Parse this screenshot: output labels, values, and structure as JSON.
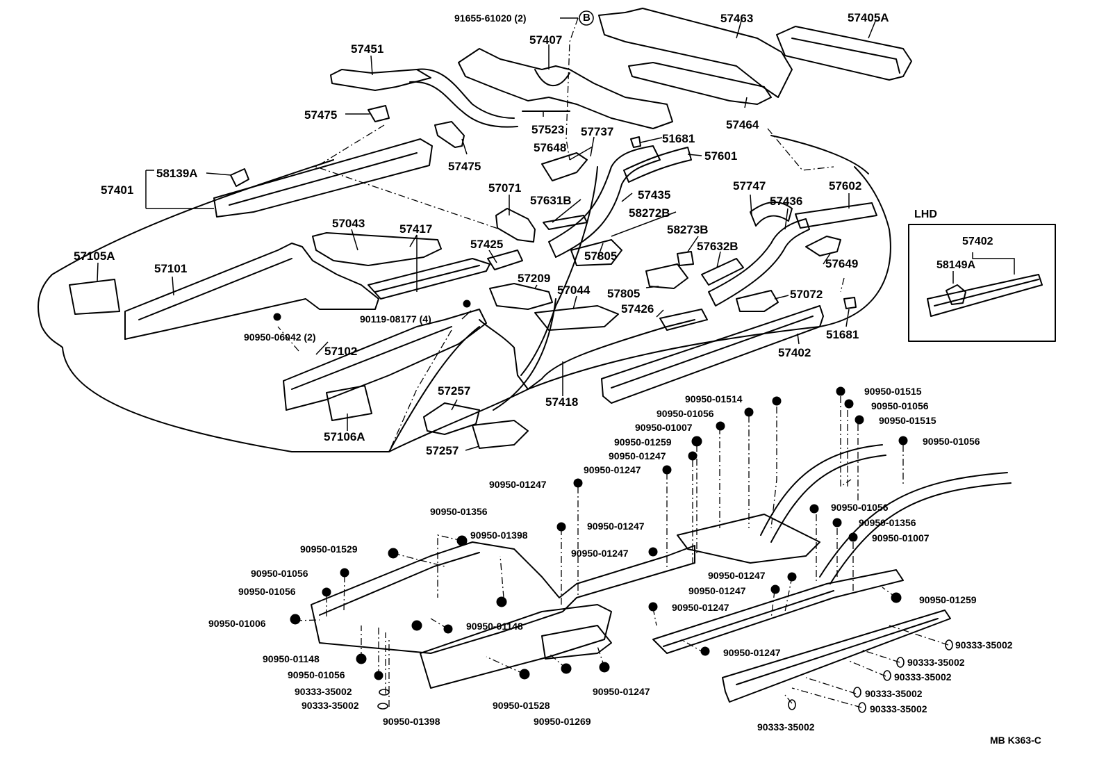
{
  "diagram": {
    "part_labels": [
      "91655-61020 (2)",
      "57463",
      "57405A",
      "57407",
      "57451",
      "57475",
      "57523",
      "57464",
      "57475",
      "57737",
      "51681",
      "57648",
      "57601",
      "58139A",
      "57401",
      "57071",
      "57435",
      "57631B",
      "57747",
      "57602",
      "58272B",
      "57436",
      "57043",
      "57417",
      "58273B",
      "57425",
      "57632B",
      "57105A",
      "57101",
      "57805",
      "57649",
      "57209",
      "57044",
      "57805",
      "57072",
      "57426",
      "90119-08177 (4)",
      "51681",
      "90950-06042 (2)",
      "57102",
      "57402",
      "57257",
      "57418",
      "57106A",
      "57257"
    ],
    "fastener_codes": [
      "90950-01515",
      "90950-01514",
      "90950-01056",
      "90950-01056",
      "90950-01515",
      "90950-01007",
      "90950-01056",
      "90950-01259",
      "90950-01247",
      "90950-01247",
      "90950-01247",
      "90950-01056",
      "90950-01356",
      "90950-01356",
      "90950-01398",
      "90950-01247",
      "90950-01007",
      "90950-01529",
      "90950-01247",
      "90950-01056",
      "90950-01247",
      "90950-01056",
      "90950-01247",
      "90950-01259",
      "90950-01247",
      "90950-01006",
      "90950-01148",
      "90333-35002",
      "90950-01148",
      "90333-35002",
      "90950-01056",
      "90950-01247",
      "90333-35002",
      "90333-35002",
      "90333-35002",
      "90333-35002",
      "90950-01247",
      "90333-35002",
      "90950-01528",
      "90950-01398",
      "90950-01269",
      "90333-35002"
    ],
    "circle_letter": "B",
    "lhd_inset": {
      "title": "LHD",
      "labels": [
        "57402",
        "58149A"
      ]
    },
    "footer_code": "MB  K363-C"
  }
}
